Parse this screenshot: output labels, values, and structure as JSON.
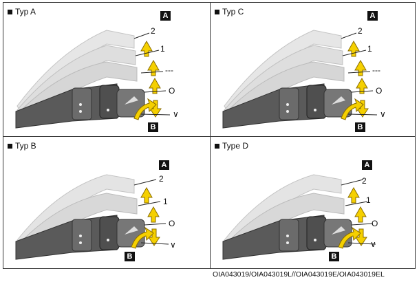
{
  "panels": [
    {
      "title": "Typ A",
      "marker_a": "A",
      "marker_b": "B",
      "positions": [
        "2",
        "1",
        "---",
        "O",
        "∨"
      ]
    },
    {
      "title": "Typ C",
      "marker_a": "A",
      "marker_b": "B",
      "positions": [
        "2",
        "1",
        "---",
        "O",
        "∨"
      ]
    },
    {
      "title": "Typ B",
      "marker_a": "A",
      "marker_b": "B",
      "positions": [
        "2",
        "1",
        "O",
        "∨"
      ]
    },
    {
      "title": "Type D",
      "marker_a": "A",
      "marker_b": "B",
      "positions": [
        "2",
        "1",
        "O",
        "∨"
      ]
    }
  ],
  "caption": "OIA043019/OIA043019L//OIA043019E/OIA043019EL",
  "colors": {
    "arrow_fill": "#f5d000",
    "arrow_stroke": "#8a6d00",
    "lever_dark": "#5a5a5a",
    "ghost_lever": "#dcdcdc",
    "label_box": "#111111"
  }
}
